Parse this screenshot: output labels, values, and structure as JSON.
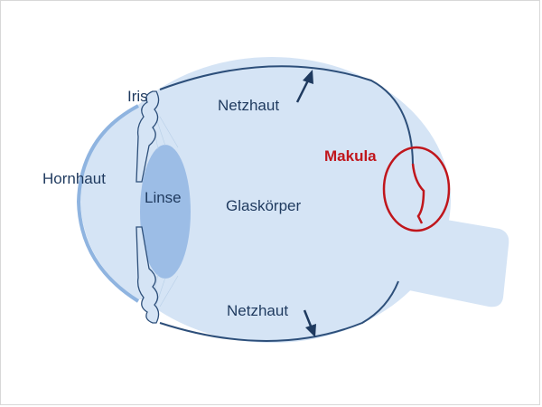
{
  "labels": {
    "iris": "Iris",
    "netzhaut_top": "Netzhaut",
    "netzhaut_bottom": "Netzhaut",
    "hornhaut": "Hornhaut",
    "linse": "Linse",
    "glaskoerper": "Glaskörper",
    "makula": "Makula"
  },
  "colors": {
    "eye_fill": "#d5e4f5",
    "outline": "#2d4f7a",
    "sclera_band": "#8fb4e0",
    "lens_fill": "#9cbde6",
    "text": "#1f3a5f",
    "highlight": "#c0161c"
  }
}
